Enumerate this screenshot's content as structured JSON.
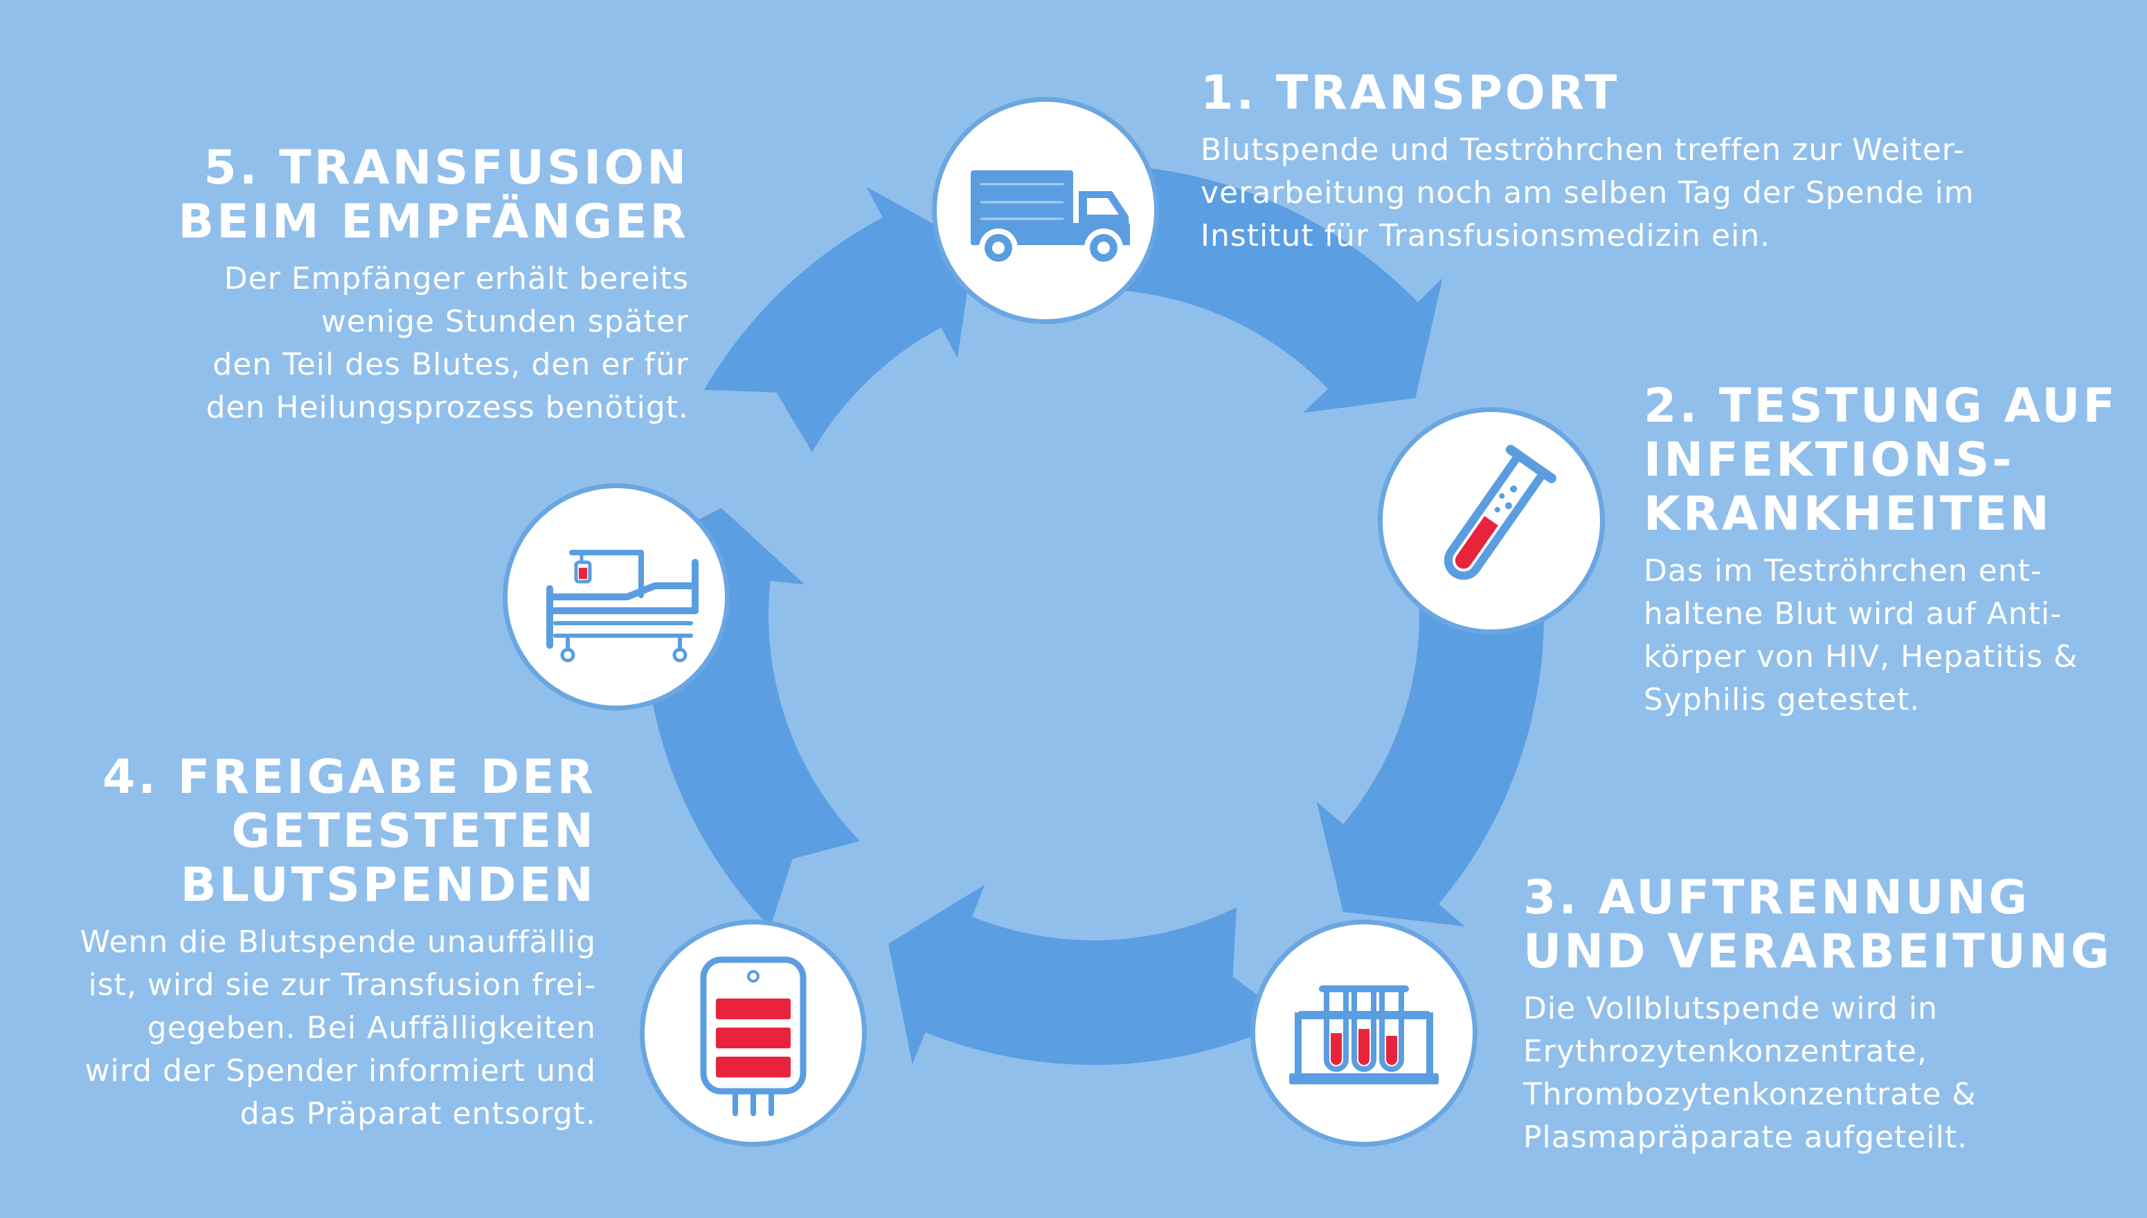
{
  "colors": {
    "background": "#91bfeb",
    "cycle_arrows": "#5b9ee2",
    "icon_blue": "#5a9de0",
    "blood_red": "#e8243c",
    "text": "#ffffff"
  },
  "steps": [
    {
      "icon": "truck-icon",
      "title_lines": [
        "1. Transport"
      ],
      "text_lines": [
        "Blutspende und Teströhrchen treffen zur Weiter-",
        "verarbeitung noch am selben Tag der Spende im",
        "Institut für Transfusionsmedizin ein."
      ]
    },
    {
      "icon": "test-tube-icon",
      "title_lines": [
        "2. Testung auf",
        "Infektions-",
        "krankheiten"
      ],
      "text_lines": [
        "Das im Teströhrchen ent-",
        "haltene Blut wird auf Anti-",
        "körper von HIV, Hepatitis &",
        "Syphilis getestet."
      ]
    },
    {
      "icon": "test-tube-rack-icon",
      "title_lines": [
        "3. Auftrennung",
        "und Verarbeitung"
      ],
      "text_lines": [
        "Die Vollblutspende wird in",
        "Erythrozytenkonzentrate,",
        "Thrombozytenkonzentrate &",
        "Plasmapräparate aufgeteilt."
      ]
    },
    {
      "icon": "blood-bag-icon",
      "title_lines": [
        "4. Freigabe der",
        "getesteten",
        "Blutspenden"
      ],
      "text_lines": [
        "Wenn die Blutspende unauffällig",
        "ist, wird sie zur Transfusion frei-",
        "gegeben. Bei Auffälligkeiten",
        "wird der Spender informiert und",
        "das Präparat entsorgt."
      ]
    },
    {
      "icon": "hospital-bed-icon",
      "title_lines": [
        "5. Transfusion",
        "beim Empfänger"
      ],
      "text_lines": [
        "Der Empfänger erhält bereits",
        "wenige Stunden später",
        "den Teil des Blutes, den er für",
        "den Heilungsprozess benötigt."
      ]
    }
  ]
}
